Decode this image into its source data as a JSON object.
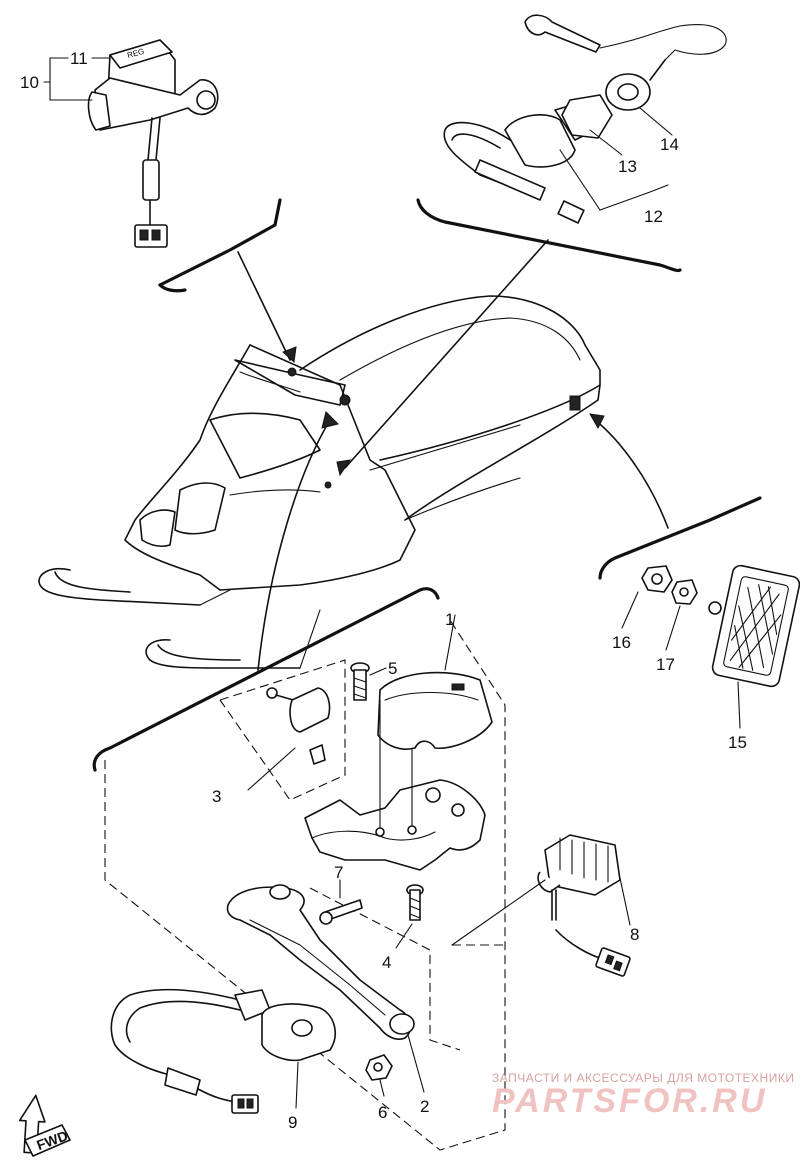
{
  "callouts": {
    "c1": "1",
    "c2": "2",
    "c3": "3",
    "c4": "4",
    "c5": "5",
    "c6": "6",
    "c7": "7",
    "c8": "8",
    "c9": "9",
    "c10": "10",
    "c11": "11",
    "c12": "12",
    "c13": "13",
    "c14": "14",
    "c15": "15",
    "c16": "16",
    "c17": "17"
  },
  "fwd_label": "FWD",
  "watermark": {
    "tagline": "ЗАПЧАСТИ И АКСЕССУАРЫ ДЛЯ МОТОТЕХНИКИ",
    "brand": "PARTSFOR.RU"
  }
}
